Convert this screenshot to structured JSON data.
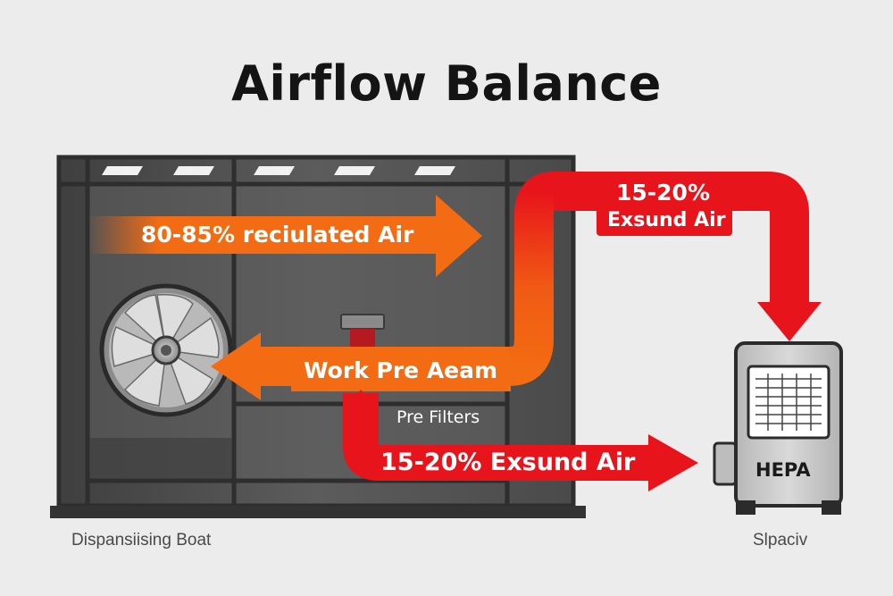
{
  "title": "Airflow Balance",
  "labels": {
    "recirculated": "80-85% reciulated Air",
    "exhaust_top_pct": "15-20%",
    "exhaust_top_text": "Exsund Air",
    "work_area": "Work Pre Aeam",
    "pre_filters": "Pre Filters",
    "exhaust_bottom": "15-20% Exsund Air",
    "hepa": "HEPA",
    "booth": "Dispansiising Boat",
    "space": "Slpaciv"
  },
  "colors": {
    "background": "#ececec",
    "booth_frame": "#3d3d3d",
    "booth_fill": "#5a5a5a",
    "recirculated_arrow": "#f36b12",
    "exhaust_arrow": "#e8141b",
    "hepa_unit": "#c8c8c8"
  },
  "icons": [
    "fan-icon",
    "hepa-filter-icon",
    "pre-filter-icon"
  ]
}
